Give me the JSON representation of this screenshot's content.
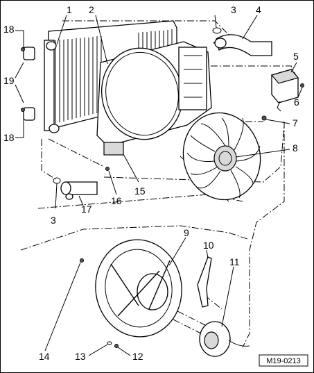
{
  "diagram": {
    "code": "M19-0213",
    "callouts": [
      {
        "id": "c1",
        "text": "1"
      },
      {
        "id": "c2",
        "text": "2"
      },
      {
        "id": "c3a",
        "text": "3"
      },
      {
        "id": "c4",
        "text": "4"
      },
      {
        "id": "c5",
        "text": "5"
      },
      {
        "id": "c6",
        "text": "6"
      },
      {
        "id": "c7",
        "text": "7"
      },
      {
        "id": "c8",
        "text": "8"
      },
      {
        "id": "c9",
        "text": "9"
      },
      {
        "id": "c10",
        "text": "10"
      },
      {
        "id": "c11",
        "text": "11"
      },
      {
        "id": "c12",
        "text": "12"
      },
      {
        "id": "c13",
        "text": "13"
      },
      {
        "id": "c14",
        "text": "14"
      },
      {
        "id": "c15",
        "text": "15"
      },
      {
        "id": "c16",
        "text": "16"
      },
      {
        "id": "c17",
        "text": "17"
      },
      {
        "id": "c18a",
        "text": "18"
      },
      {
        "id": "c18b",
        "text": "18"
      },
      {
        "id": "c19",
        "text": "19"
      },
      {
        "id": "c3b",
        "text": "3"
      }
    ]
  }
}
